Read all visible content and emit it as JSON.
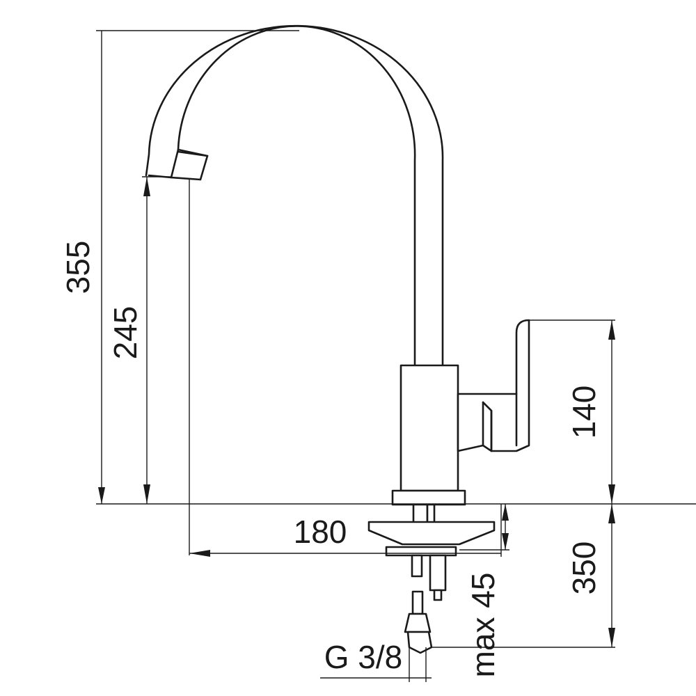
{
  "dimensions": {
    "total_height": "355",
    "spout_height": "245",
    "handle_height": "140",
    "reach": "180",
    "hose_length": "350",
    "max_thickness": "max 45",
    "thread": "G 3/8"
  }
}
